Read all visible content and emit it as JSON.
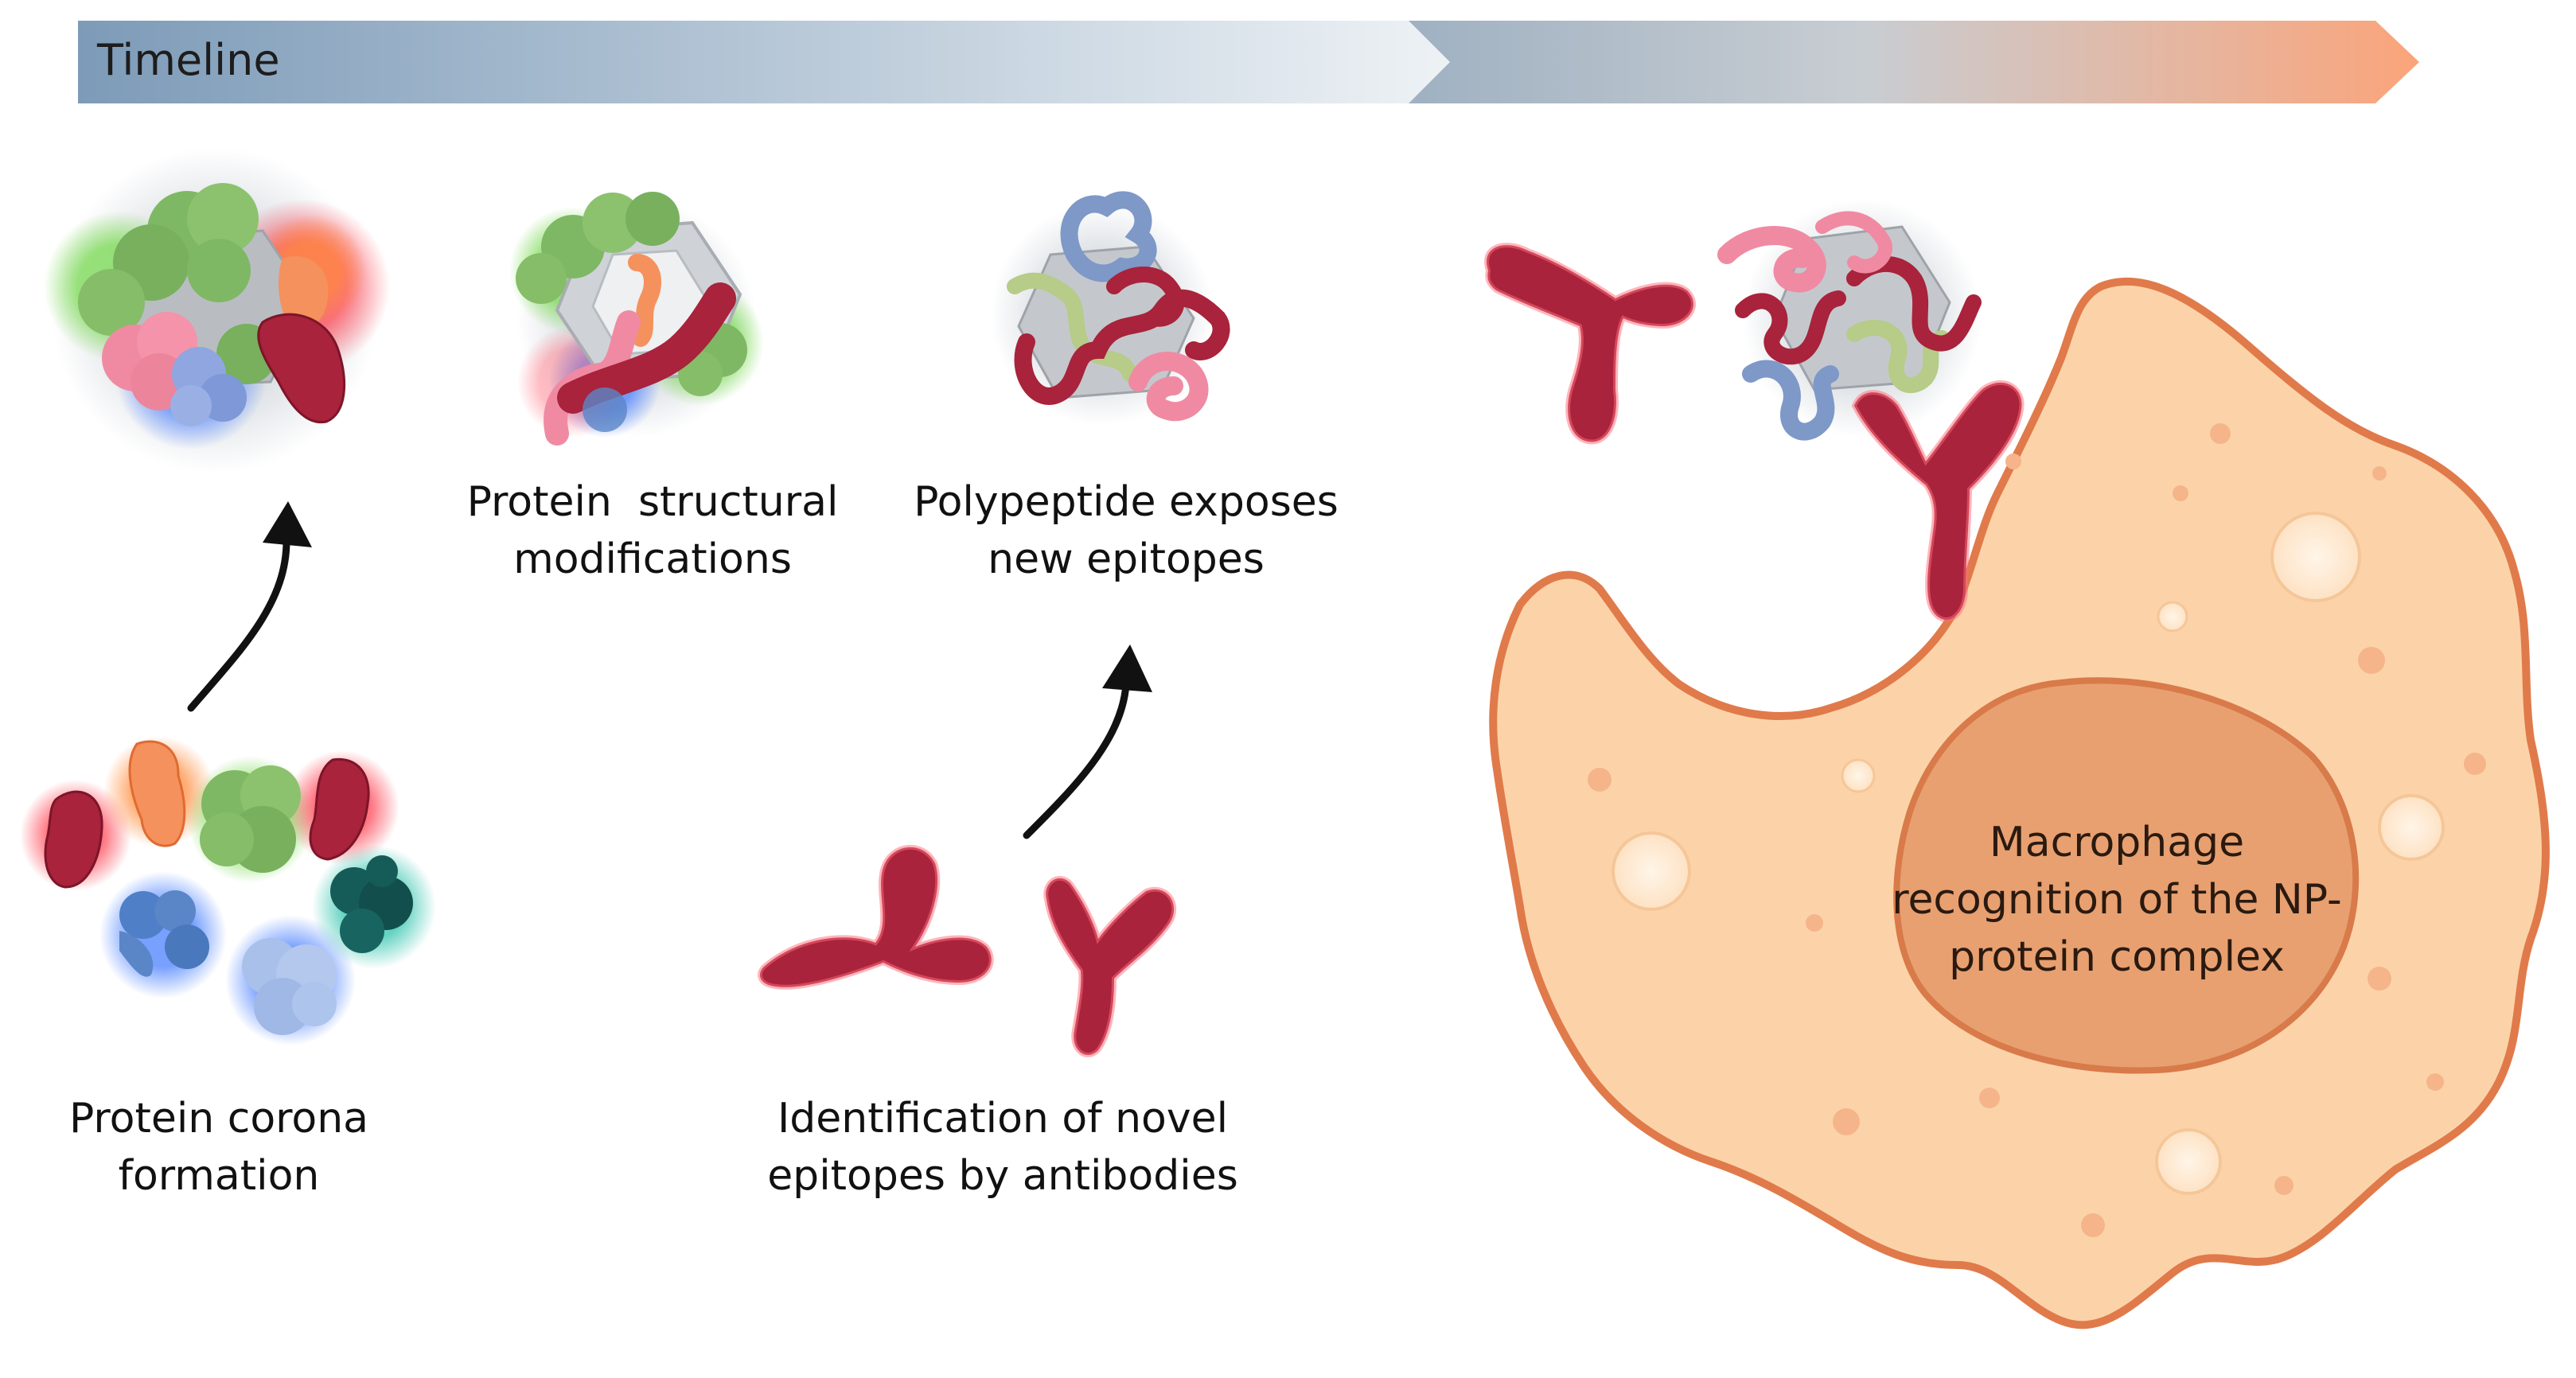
{
  "timeline": {
    "label": "Timeline"
  },
  "steps": {
    "corona": {
      "line1": "Protein corona",
      "line2": "formation"
    },
    "structural": {
      "line1": "Protein  structural",
      "line2": "modifications"
    },
    "polypeptide": {
      "line1": "Polypeptide exposes",
      "line2": "new epitopes"
    },
    "antibodies": {
      "line1": "Identification of novel",
      "line2": "epitopes by antibodies"
    },
    "macrophage": {
      "line1": "Macrophage",
      "line2": "recognition of the NP-",
      "line3": "protein complex"
    }
  },
  "colors": {
    "antibody": "#a8233b",
    "cell_body": "#fcd3a8",
    "cell_border": "#e07a4a",
    "nucleus": "#e8a070",
    "timeline_start": "#7a9ab8",
    "timeline_end": "#fba880",
    "protein_green": "#7fb864",
    "protein_pink": "#f08aa2",
    "protein_blue": "#5a86c8",
    "protein_orange": "#f5915c",
    "protein_teal": "#155c58",
    "protein_lightblue": "#a9c0ea"
  }
}
